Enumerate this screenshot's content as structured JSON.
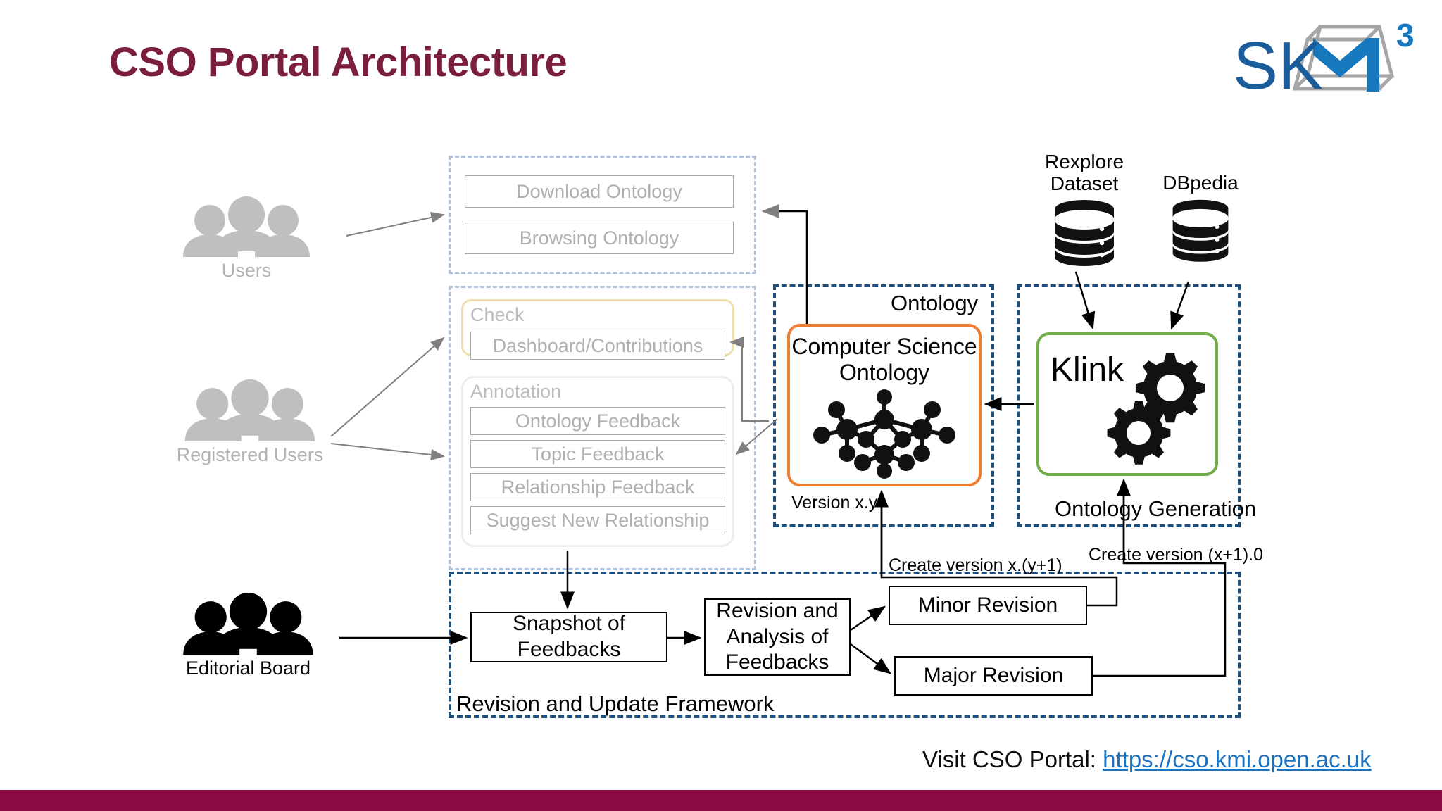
{
  "slide": {
    "title": "CSO Portal Architecture",
    "title_color": "#7B1E3C",
    "footer_bar_color": "#8C0B42",
    "background": "#ffffff"
  },
  "logo": {
    "text": "SK",
    "superscript": "3",
    "name": "skm3-logo",
    "blue": "#1B5C9B",
    "light_blue": "#1878BE",
    "gray": "#A6A6A6"
  },
  "footer": {
    "prefix": "Visit CSO Portal: ",
    "link_text": "https://cso.kmi.open.ac.uk",
    "link_color": "#1B72C0"
  },
  "actors": [
    {
      "label": "Users",
      "icon": "people-icon",
      "color": "#BFBFBF"
    },
    {
      "label": "Registered Users",
      "icon": "people-icon",
      "color": "#BFBFBF"
    },
    {
      "label": "Editorial Board",
      "icon": "people-icon",
      "color": "#000000"
    }
  ],
  "portal": {
    "public_section": {
      "items": [
        {
          "label": "Download Ontology"
        },
        {
          "label": "Browsing Ontology"
        }
      ]
    },
    "registered_section": {
      "check_group": {
        "title": "Check",
        "border_color": "#EFE0B0",
        "items": [
          {
            "label": "Dashboard/Contributions"
          }
        ]
      },
      "annotation_group": {
        "title": "Annotation",
        "border_color": "#EDEDED",
        "items": [
          {
            "label": "Ontology Feedback"
          },
          {
            "label": "Topic Feedback"
          },
          {
            "label": "Relationship Feedback"
          },
          {
            "label": "Suggest New Relationship"
          }
        ]
      }
    }
  },
  "ontology_region": {
    "label": "Ontology",
    "border_color": "#1F4E79",
    "box": {
      "title_line1": "Computer Science",
      "title_line2": "Ontology",
      "border_color": "#ED7D31",
      "icon": "network-graph-icon"
    },
    "version_label": "Version x.y"
  },
  "generation_region": {
    "label": "Ontology Generation",
    "border_color": "#1F4E79",
    "box": {
      "title": "Klink",
      "border_color": "#70AD47",
      "icon": "gears-icon"
    }
  },
  "datasources": [
    {
      "label": "Rexplore\nDataset",
      "icon": "database-icon"
    },
    {
      "label": "DBpedia",
      "icon": "database-icon"
    }
  ],
  "revision_region": {
    "label": "Revision and Update Framework",
    "border_color": "#1F4E79",
    "boxes": [
      {
        "label": "Snapshot of\nFeedbacks",
        "name": "snapshot-of-feedbacks-box"
      },
      {
        "label": "Revision and\nAnalysis of\nFeedbacks",
        "name": "revision-analysis-box"
      },
      {
        "label": "Minor Revision",
        "name": "minor-revision-box"
      },
      {
        "label": "Major Revision",
        "name": "major-revision-box"
      }
    ],
    "edge_labels": [
      {
        "label": "Create version x.(y+1)",
        "name": "minor-version-label"
      },
      {
        "label": "Create version (x+1).0",
        "name": "major-version-label"
      }
    ]
  }
}
